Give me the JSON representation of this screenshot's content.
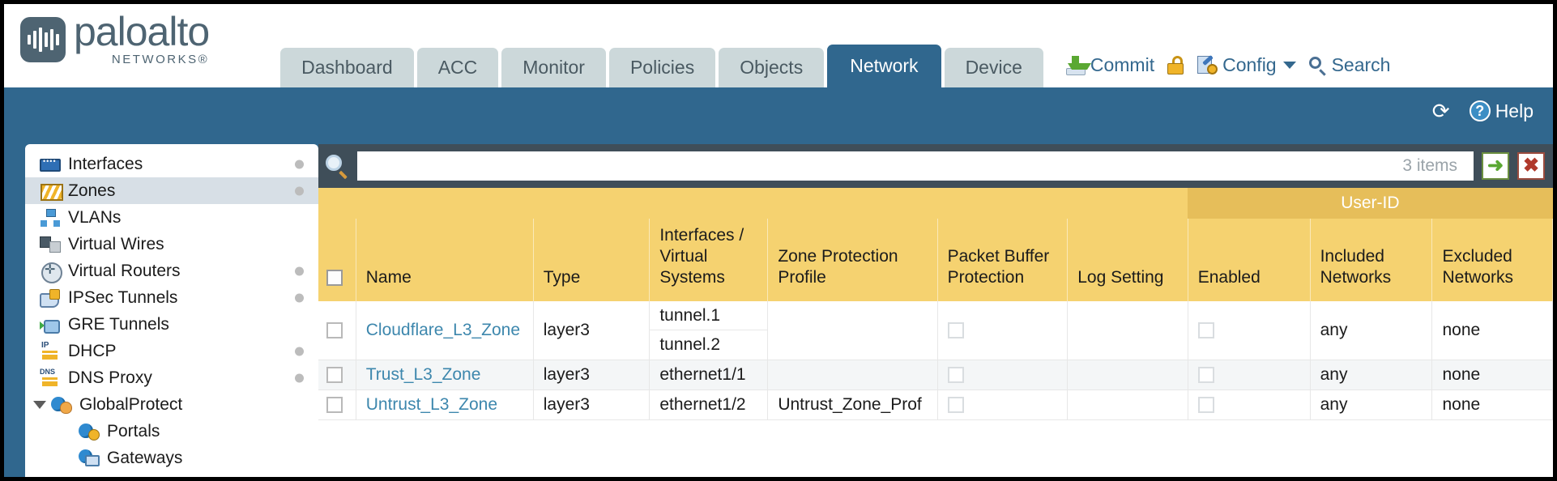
{
  "brand": {
    "name": "paloalto",
    "subtitle": "NETWORKS®",
    "logo_icon": "paloalto-waveform-logo"
  },
  "nav": {
    "tabs": [
      {
        "label": "Dashboard",
        "active": false
      },
      {
        "label": "ACC",
        "active": false
      },
      {
        "label": "Monitor",
        "active": false
      },
      {
        "label": "Policies",
        "active": false
      },
      {
        "label": "Objects",
        "active": false
      },
      {
        "label": "Network",
        "active": true
      },
      {
        "label": "Device",
        "active": false
      }
    ],
    "actions": [
      {
        "label": "Commit",
        "icon": "commit-icon"
      },
      {
        "label": "",
        "icon": "unlock-icon"
      },
      {
        "label": "Config",
        "icon": "config-icon",
        "has_caret": true
      },
      {
        "label": "Search",
        "icon": "search-icon"
      }
    ]
  },
  "toolbar": {
    "refresh_icon": "refresh-icon",
    "help_label": "Help",
    "help_icon": "help-icon"
  },
  "sidebar": {
    "items": [
      {
        "label": "Interfaces",
        "icon": "interfaces-icon",
        "dot": true,
        "selected": false,
        "child": false,
        "expander": false
      },
      {
        "label": "Zones",
        "icon": "zones-icon",
        "dot": true,
        "selected": true,
        "child": false,
        "expander": false
      },
      {
        "label": "VLANs",
        "icon": "vlans-icon",
        "dot": false,
        "selected": false,
        "child": false,
        "expander": false
      },
      {
        "label": "Virtual Wires",
        "icon": "virtual-wires-icon",
        "dot": false,
        "selected": false,
        "child": false,
        "expander": false
      },
      {
        "label": "Virtual Routers",
        "icon": "virtual-routers-icon",
        "dot": true,
        "selected": false,
        "child": false,
        "expander": false
      },
      {
        "label": "IPSec Tunnels",
        "icon": "ipsec-tunnels-icon",
        "dot": true,
        "selected": false,
        "child": false,
        "expander": false
      },
      {
        "label": "GRE Tunnels",
        "icon": "gre-tunnels-icon",
        "dot": false,
        "selected": false,
        "child": false,
        "expander": false
      },
      {
        "label": "DHCP",
        "icon": "dhcp-icon",
        "dot": true,
        "selected": false,
        "child": false,
        "expander": false
      },
      {
        "label": "DNS Proxy",
        "icon": "dns-proxy-icon",
        "dot": true,
        "selected": false,
        "child": false,
        "expander": false
      },
      {
        "label": "GlobalProtect",
        "icon": "globalprotect-icon",
        "dot": false,
        "selected": false,
        "child": false,
        "expander": true
      },
      {
        "label": "Portals",
        "icon": "portals-icon",
        "dot": false,
        "selected": false,
        "child": true,
        "expander": false
      },
      {
        "label": "Gateways",
        "icon": "gateways-icon",
        "dot": false,
        "selected": false,
        "child": true,
        "expander": false
      }
    ]
  },
  "search": {
    "value": "",
    "placeholder": "",
    "items_count": "3 items",
    "icon": "magnifier-icon",
    "apply_icon": "green-arrow-icon",
    "clear_icon": "red-x-icon"
  },
  "table": {
    "group_header": "User-ID",
    "columns": [
      "Name",
      "Type",
      "Interfaces / Virtual Systems",
      "Zone Protection Profile",
      "Packet Buffer Protection",
      "Log Setting",
      "Enabled",
      "Included Networks",
      "Excluded Networks"
    ],
    "rows": [
      {
        "selected": false,
        "name": "Cloudflare_L3_Zone",
        "type": "layer3",
        "interfaces": [
          "tunnel.1",
          "tunnel.2"
        ],
        "zone_protection_profile": "",
        "packet_buffer_protection": false,
        "log_setting": "",
        "userid_enabled": false,
        "included_networks": "any",
        "excluded_networks": "none"
      },
      {
        "selected": false,
        "name": "Trust_L3_Zone",
        "type": "layer3",
        "interfaces": [
          "ethernet1/1"
        ],
        "zone_protection_profile": "",
        "packet_buffer_protection": false,
        "log_setting": "",
        "userid_enabled": false,
        "included_networks": "any",
        "excluded_networks": "none"
      },
      {
        "selected": false,
        "name": "Untrust_L3_Zone",
        "type": "layer3",
        "interfaces": [
          "ethernet1/2"
        ],
        "zone_protection_profile": "Untrust_Zone_Prof",
        "packet_buffer_protection": false,
        "log_setting": "",
        "userid_enabled": false,
        "included_networks": "any",
        "excluded_networks": "none"
      }
    ]
  },
  "colors": {
    "brand_blue": "#30678e",
    "tab_inactive": "#ccd8da",
    "table_header_yellow": "#f5d270",
    "group_header_yellow": "#e6be5a",
    "search_panel_dark": "#3f4e59",
    "link_blue": "#3d87ad"
  }
}
